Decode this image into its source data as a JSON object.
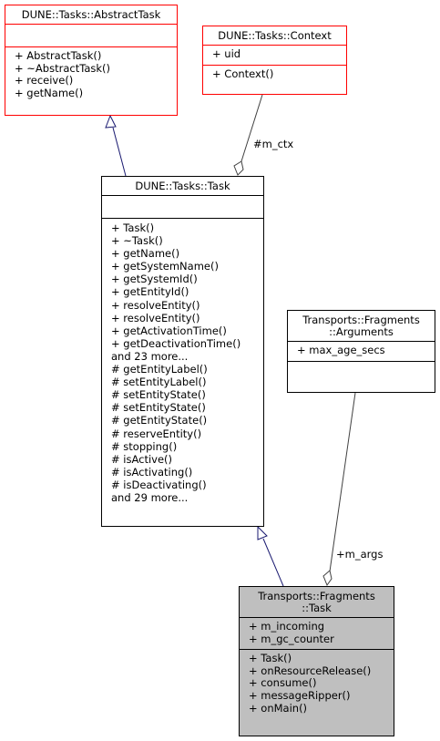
{
  "classes": {
    "abstract_task": {
      "title": [
        "DUNE::Tasks::AbstractTask"
      ],
      "attributes": [],
      "methods": [
        "+ AbstractTask()",
        "+ ~AbstractTask()",
        "+ receive()",
        "+ getName()"
      ]
    },
    "context": {
      "title": [
        "DUNE::Tasks::Context"
      ],
      "attributes": [
        "+ uid"
      ],
      "methods": [
        "+ Context()"
      ]
    },
    "task": {
      "title": [
        "DUNE::Tasks::Task"
      ],
      "attributes": [],
      "methods": [
        "+ Task()",
        "+ ~Task()",
        "+ getName()",
        "+ getSystemName()",
        "+ getSystemId()",
        "+ getEntityId()",
        "+ resolveEntity()",
        "+ resolveEntity()",
        "+ getActivationTime()",
        "+ getDeactivationTime()",
        "and 23 more...",
        "# getEntityLabel()",
        "# setEntityLabel()",
        "# setEntityState()",
        "# setEntityState()",
        "# getEntityState()",
        "# reserveEntity()",
        "# stopping()",
        "# isActive()",
        "# isActivating()",
        "# isDeactivating()",
        "and 29 more..."
      ]
    },
    "arguments": {
      "title": [
        "Transports::Fragments",
        "::Arguments"
      ],
      "attributes": [
        "+ max_age_secs"
      ],
      "methods": []
    },
    "fragments_task": {
      "title": [
        "Transports::Fragments",
        "::Task"
      ],
      "attributes": [
        "+ m_incoming",
        "+ m_gc_counter"
      ],
      "methods": [
        "+ Task()",
        "+ onResourceRelease()",
        "+ consume()",
        "+ messageRipper()",
        "+ onMain()"
      ]
    }
  },
  "edges": {
    "ctx_label": "#m_ctx",
    "args_label": "+m_args"
  },
  "colors": {
    "red_border": "#ff0000",
    "inheritance_edge": "#191970",
    "association_edge": "#404040",
    "highlight_fill": "#bfbfbf"
  }
}
